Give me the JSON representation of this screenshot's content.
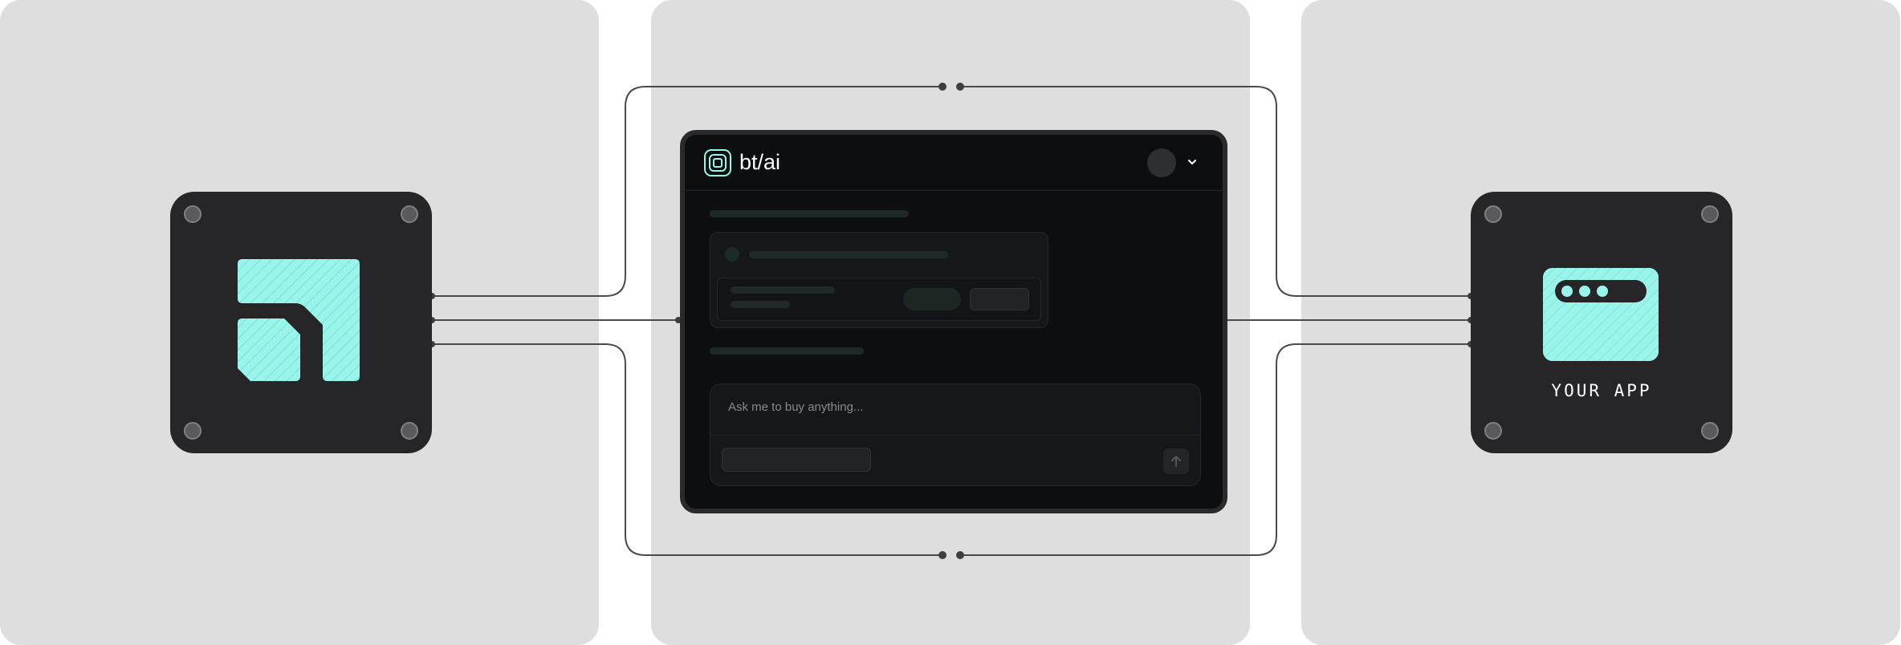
{
  "colors": {
    "panel": "#dedede",
    "chip": "#262628",
    "accent": "#99f4e9",
    "wire": "#4a4a4c",
    "mock_bg": "#0d0e10"
  },
  "left_chip": {
    "icon": "brand-logo-icon"
  },
  "center_app": {
    "brand_icon": "nested-squares-logo-icon",
    "brand_name": "bt/ai",
    "avatar_icon": "avatar-icon",
    "menu_icon": "chevron-down-icon",
    "input_placeholder": "Ask me to buy anything...",
    "send_icon": "arrow-up-icon"
  },
  "right_chip": {
    "icon": "browser-window-icon",
    "label": "YOUR APP"
  }
}
